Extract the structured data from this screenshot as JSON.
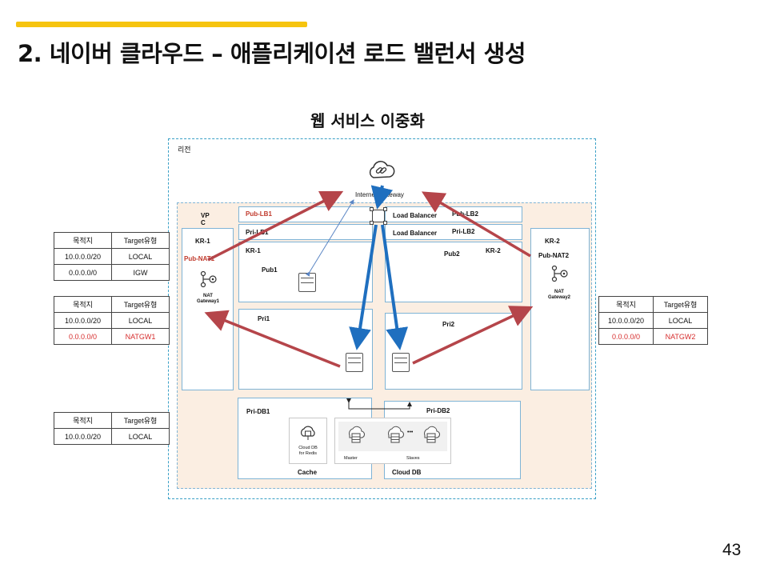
{
  "page": {
    "title": "2. 네이버 클라우드 – 애플리케이션 로드 밸런서 생성",
    "diagram_title": "웹 서비스 이중화",
    "page_number": "43"
  },
  "diagram": {
    "region_label": "리전",
    "vpc_label": "VP\nC",
    "internet_gateway": "Internet Gateway",
    "load_balancer_1": "Load Balancer",
    "load_balancer_2": "Load Balancer",
    "subnets": {
      "pub_lb1": "Pub-LB1",
      "pri_lb1": "Pri-LB1",
      "pub_lb2": "Pub-LB2",
      "pri_lb2": "Pri-LB2",
      "pub1": "Pub1",
      "pub2": "Pub2",
      "pri1": "Pri1",
      "pri2": "Pri2",
      "pri_db1": "Pri-DB1",
      "pri_db2": "Pri-DB2",
      "pub_nat1": "Pub-NAT1",
      "pub_nat2": "Pub-NAT2"
    },
    "zones": {
      "kr1_nat": "KR-1",
      "kr1_pub": "KR-1",
      "kr2_pub": "KR-2",
      "kr2_nat": "KR-2"
    },
    "nat_gateway_1": "NAT\nGateway1",
    "nat_gateway_2": "NAT\nGateway2",
    "cache_label": "Cache",
    "cloud_db_label": "Cloud DB",
    "redis_label": "Cloud DB\nfor Redis",
    "master_label": "Master",
    "slaves_label": "Slaves",
    "ellipsis": "•••"
  },
  "route_tables": [
    {
      "header": [
        "목적지",
        "Target유형"
      ],
      "rows": [
        [
          "10.0.0.0/20",
          "LOCAL"
        ],
        [
          "0.0.0.0/0",
          "IGW"
        ]
      ]
    },
    {
      "header": [
        "목적지",
        "Target유형"
      ],
      "rows": [
        [
          "10.0.0.0/20",
          "LOCAL"
        ],
        [
          "0.0.0.0/0",
          "NATGW1"
        ]
      ]
    },
    {
      "header": [
        "목적지",
        "Target유형"
      ],
      "rows": [
        [
          "10.0.0.0/20",
          "LOCAL"
        ]
      ]
    },
    {
      "header": [
        "목적지",
        "Target유형"
      ],
      "rows": [
        [
          "10.0.0.0/20",
          "LOCAL"
        ],
        [
          "0.0.0.0/0",
          "NATGW2"
        ]
      ]
    }
  ],
  "colors": {
    "accent": "#f6c40f",
    "arrow_red": "#b5454a",
    "arrow_blue": "#1f6fbf",
    "vpc_fill": "#fbeee2",
    "highlight_text": "#d62c2c"
  },
  "icons": [
    "cloud-link-icon",
    "load-balancer-icon",
    "nat-gateway-icon",
    "server-icon",
    "database-icon",
    "redis-icon"
  ]
}
